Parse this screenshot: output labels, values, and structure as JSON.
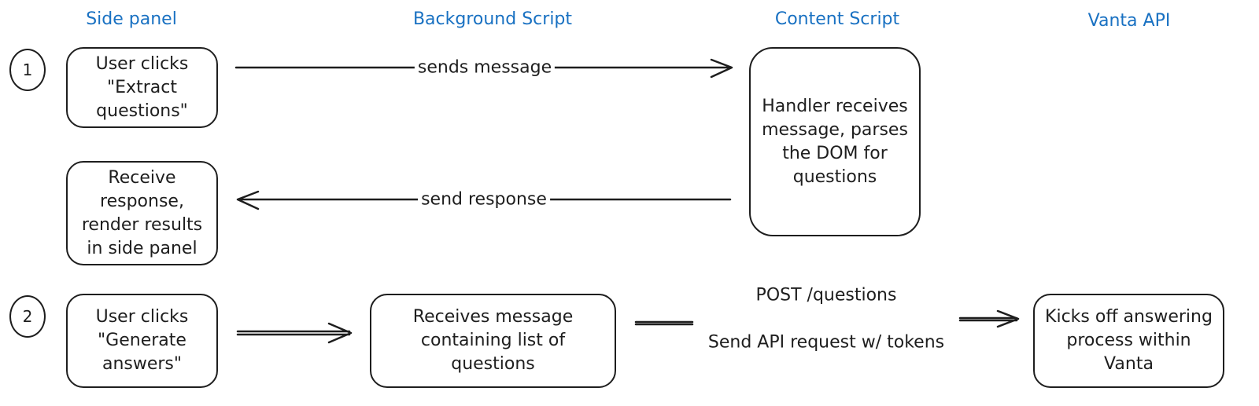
{
  "columns": {
    "side_panel": "Side panel",
    "background_script": "Background Script",
    "content_script": "Content Script",
    "vanta_api": "Vanta API"
  },
  "steps": {
    "step1": "1",
    "step2": "2"
  },
  "boxes": {
    "user_clicks_extract": [
      "User clicks",
      "\"Extract",
      "questions\""
    ],
    "receive_response": [
      "Receive",
      "response,",
      "render results",
      "in side panel"
    ],
    "handler_receives": [
      "Handler receives",
      "message, parses",
      "the DOM for",
      "questions"
    ],
    "user_clicks_generate": [
      "User clicks",
      "\"Generate",
      "answers\""
    ],
    "receives_message": [
      "Receives message",
      "containing list of",
      "questions"
    ],
    "kicks_off": [
      "Kicks off answering",
      "process within",
      "Vanta"
    ]
  },
  "arrow_labels": {
    "sends_message": "sends message",
    "send_response": "send response",
    "post_questions": "POST /questions",
    "send_api_request": "Send API request w/ tokens"
  },
  "colors": {
    "header_blue": "#1971c2",
    "stroke": "#1e1e1e"
  }
}
